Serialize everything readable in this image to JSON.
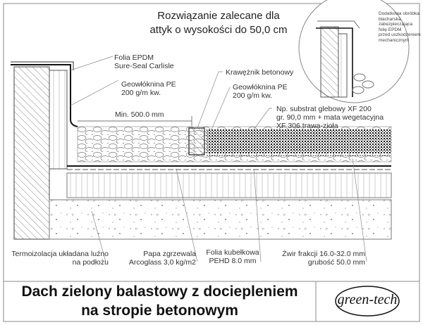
{
  "header": {
    "line1": "Rozwiązanie zalecane dla",
    "line2": "attyk o wysokości do 50,0 cm"
  },
  "detail_note": [
    "Dodatkowa obróbka",
    "blacharska",
    "zabezpieczająca",
    "folię EPDM",
    "przed uszkodzeniem",
    "mechanicznym"
  ],
  "labels": {
    "epdm": [
      "Folia EPDM",
      "Sure-Seal Carlisle"
    ],
    "geo1": [
      "Geowłóknina PE",
      "200 g/m kw."
    ],
    "min_dim": "Min. 500.0 mm",
    "curb": "Krawężnik betonowy",
    "geo2": [
      "Geowłóknina PE",
      "200 g/m kw."
    ],
    "substrate": [
      "Np. substrat glebowy XF 200",
      "gr. 90,0 mm + mata wegetacyjna",
      "XF 306 trawa-zioła"
    ],
    "insulation": [
      "Termoizolacja układana luźno",
      "na podłożu"
    ],
    "papa": [
      "Papa zgrzewala",
      "Arcoglass 3,0 kg/m2"
    ],
    "folia": [
      "Folia kubełkowa",
      "PEHD 8.0 mm"
    ],
    "gravel": [
      "Żwir frakcji 16.0-32.0 mm",
      "grubość 50.0 mm"
    ]
  },
  "title_block": {
    "line1": "Dach zielony balastowy z dociepleniem",
    "line2": "na stropie betonowym",
    "logo": "green-tech"
  }
}
